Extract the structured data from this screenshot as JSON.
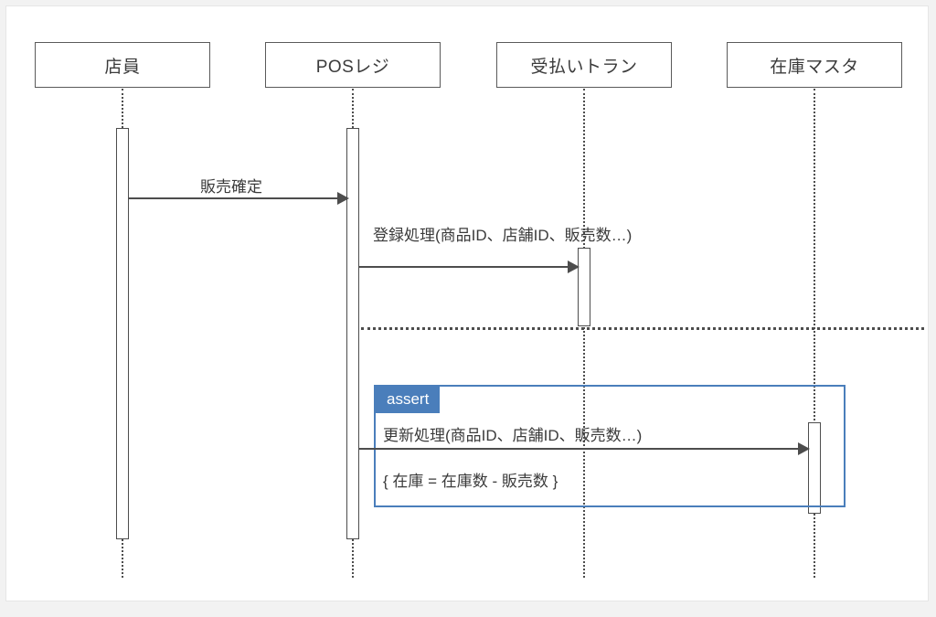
{
  "diagram": {
    "type": "uml-sequence-diagram",
    "colors": {
      "line": "#4d4d4d",
      "text": "#3b3b3b",
      "fragment_accent": "#4a7ebb",
      "page_background": "#f2f2f2",
      "canvas_background": "#ffffff"
    },
    "participants": [
      {
        "id": "clerk",
        "label": "店員"
      },
      {
        "id": "pos",
        "label": "POSレジ"
      },
      {
        "id": "tran",
        "label": "受払いトラン"
      },
      {
        "id": "stock",
        "label": "在庫マスタ"
      }
    ],
    "messages": [
      {
        "id": "m1",
        "label": "販売確定",
        "from": "clerk",
        "to": "pos"
      },
      {
        "id": "m2",
        "label": "登録処理(商品ID、店舗ID、販売数…)",
        "from": "pos",
        "to": "tran"
      },
      {
        "id": "m3",
        "label": "更新処理(商品ID、店舗ID、販売数…)",
        "from": "pos",
        "to": "stock"
      }
    ],
    "fragment": {
      "operator": "assert",
      "constraint": "{ 在庫 = 在庫数 - 販売数 }"
    }
  }
}
